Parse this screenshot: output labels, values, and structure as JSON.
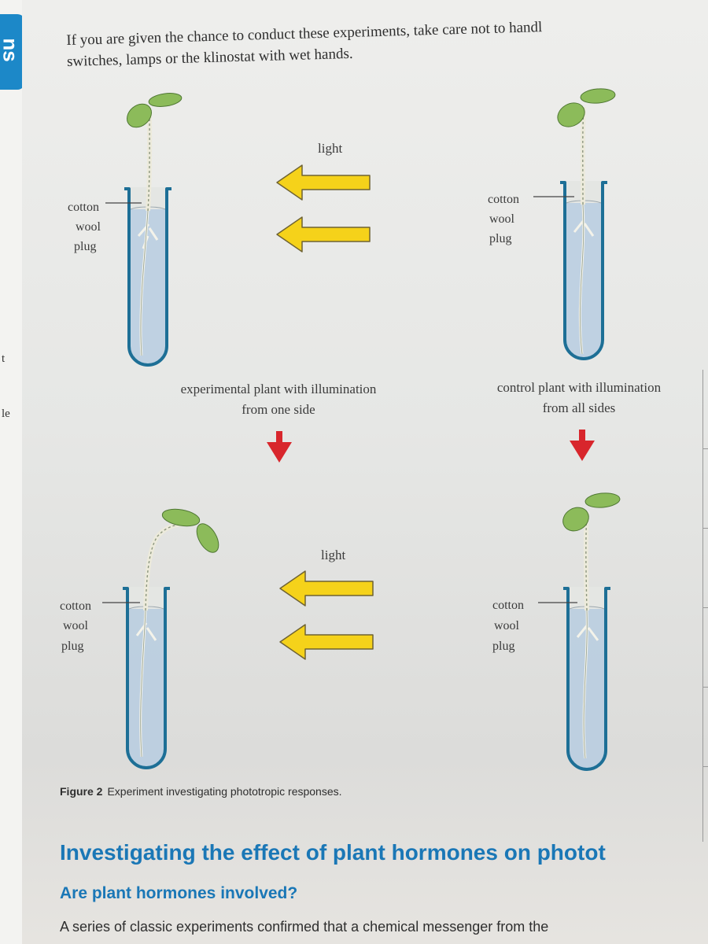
{
  "side_tab": {
    "label": "ns"
  },
  "margin_fragments": [
    "t",
    "le"
  ],
  "intro": {
    "line1": "If you are given the chance to conduct these experiments, take care not to handl",
    "line2": "switches, lamps or the klinostat with wet hands."
  },
  "figure": {
    "labels": {
      "light": "light",
      "plug": [
        "cotton",
        "wool",
        "plug"
      ]
    },
    "experimental_caption": [
      "experimental plant with illumination",
      "from one side"
    ],
    "control_caption": [
      "control plant with illumination",
      "from all sides"
    ],
    "caption_number": "Figure 2",
    "caption_text": "Experiment investigating phototropic responses."
  },
  "section_heading": "Investigating the effect of plant hormones on photot",
  "sub_heading": "Are plant hormones involved?",
  "body_line": "A series of classic experiments confirmed that a chemical messenger from the",
  "colors": {
    "accent_blue": "#1a77b6",
    "tab_blue": "#1c88c8",
    "tube_outline": "#1d6f96",
    "leaf_green": "#8cbb5a",
    "arrow_yellow": "#f5d21a",
    "arrow_red": "#d8262c"
  }
}
